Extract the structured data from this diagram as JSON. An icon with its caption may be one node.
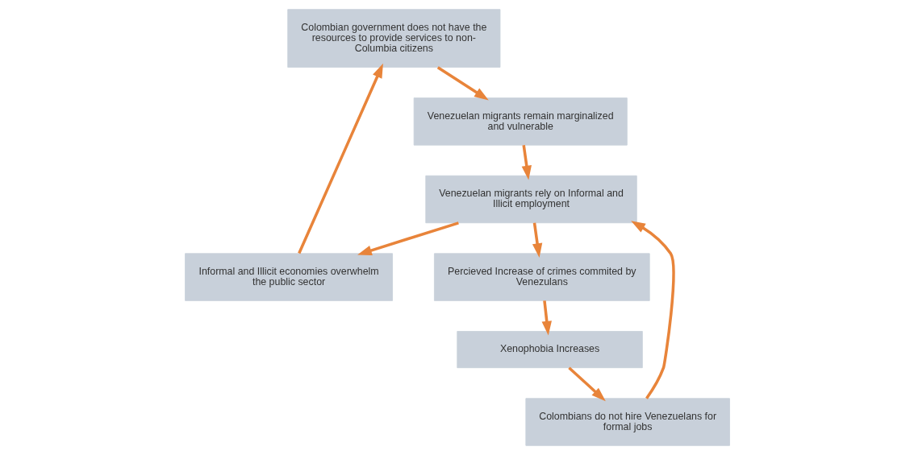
{
  "diagram": {
    "nodes": [
      {
        "text": [
          "Colombian government does not have the resources to provide services to non-Columbia citizens"
        ]
      },
      {
        "text": [
          "Informal and Illicit economies overwhelm the public sector"
        ]
      },
      {
        "text": [
          "Venezuelan migrants remain marginalized and vulnerable"
        ]
      },
      {
        "text": [
          "Venezuelan migrants rely on Informal and Illicit employment"
        ]
      },
      {
        "text": [
          "Colombians do not hire Venezuelans for formal jobs"
        ]
      },
      {
        "text": [
          "Percieved Increase of crimes commited by Venezulans"
        ]
      },
      {
        "text": [
          "Xenophobia Increases"
        ]
      }
    ],
    "edges": [
      {
        "from": 1,
        "to": 0,
        "arrow": "to"
      },
      {
        "from": 0,
        "to": 2,
        "arrow": "to"
      },
      {
        "from": 2,
        "to": 3,
        "arrow": "to"
      },
      {
        "from": 3,
        "to": 5,
        "arrow": "to"
      },
      {
        "from": 5,
        "to": 6,
        "arrow": "to"
      },
      {
        "from": 6,
        "to": 4,
        "arrow": "to"
      },
      {
        "from": 4,
        "to": 3,
        "arrow": "to"
      },
      {
        "from": 3,
        "to": 1,
        "arrow": "to"
      }
    ]
  }
}
